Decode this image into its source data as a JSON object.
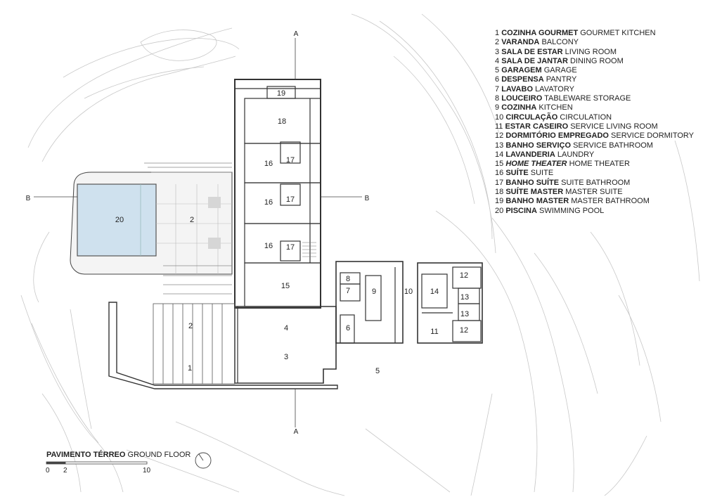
{
  "sections": {
    "a": "A",
    "b": "B"
  },
  "rooms": [
    "20",
    "2",
    "19",
    "18",
    "16",
    "17",
    "16",
    "17",
    "16",
    "17",
    "15",
    "8",
    "7",
    "9",
    "10",
    "6",
    "14",
    "12",
    "13",
    "13",
    "11",
    "12",
    "4",
    "3",
    "5",
    "2",
    "1"
  ],
  "legend": [
    {
      "num": "1",
      "pt": "COZINHA GOURMET",
      "en": "GOURMET KITCHEN"
    },
    {
      "num": "2",
      "pt": "VARANDA",
      "en": "BALCONY"
    },
    {
      "num": "3",
      "pt": "SALA DE ESTAR",
      "en": "LIVING ROOM"
    },
    {
      "num": "4",
      "pt": "SALA DE JANTAR",
      "en": "DINING ROOM"
    },
    {
      "num": "5",
      "pt": "GARAGEM",
      "en": "GARAGE"
    },
    {
      "num": "6",
      "pt": "DESPENSA",
      "en": "PANTRY"
    },
    {
      "num": "7",
      "pt": "LAVABO",
      "en": "LAVATORY"
    },
    {
      "num": "8",
      "pt": "LOUCEIRO",
      "en": "TABLEWARE STORAGE"
    },
    {
      "num": "9",
      "pt": "COZINHA",
      "en": "KITCHEN"
    },
    {
      "num": "10",
      "pt": "CIRCULAÇÃO",
      "en": "CIRCULATION"
    },
    {
      "num": "11",
      "pt": "ESTAR CASEIRO",
      "en": "SERVICE LIVING ROOM"
    },
    {
      "num": "12",
      "pt": "DORMITÓRIO EMPREGADO",
      "en": "SERVICE DORMITORY"
    },
    {
      "num": "13",
      "pt": "BANHO SERVIÇO",
      "en": "SERVICE BATHROOM"
    },
    {
      "num": "14",
      "pt": "LAVANDERIA",
      "en": "LAUNDRY"
    },
    {
      "num": "15",
      "pt": "HOME THEATER",
      "en": "HOME THEATER",
      "italic": true
    },
    {
      "num": "16",
      "pt": "SUÍTE",
      "en": "SUITE"
    },
    {
      "num": "17",
      "pt": "BANHO SUÍTE",
      "en": "SUITE BATHROOM"
    },
    {
      "num": "18",
      "pt": "SUÍTE MASTER",
      "en": "MASTER SUITE"
    },
    {
      "num": "19",
      "pt": "BANHO MASTER",
      "en": "MASTER BATHROOM"
    },
    {
      "num": "20",
      "pt": "PISCINA",
      "en": "SWIMMING POOL"
    }
  ],
  "title": {
    "pt": "PAVIMENTO TÉRREO",
    "en": "GROUND FLOOR"
  },
  "scale": [
    "0",
    "2",
    "10"
  ],
  "colors": {
    "pool": "#cfe1ee",
    "line": "#333333",
    "contour": "#c8c8c8",
    "paving": "#d6d6d6"
  }
}
